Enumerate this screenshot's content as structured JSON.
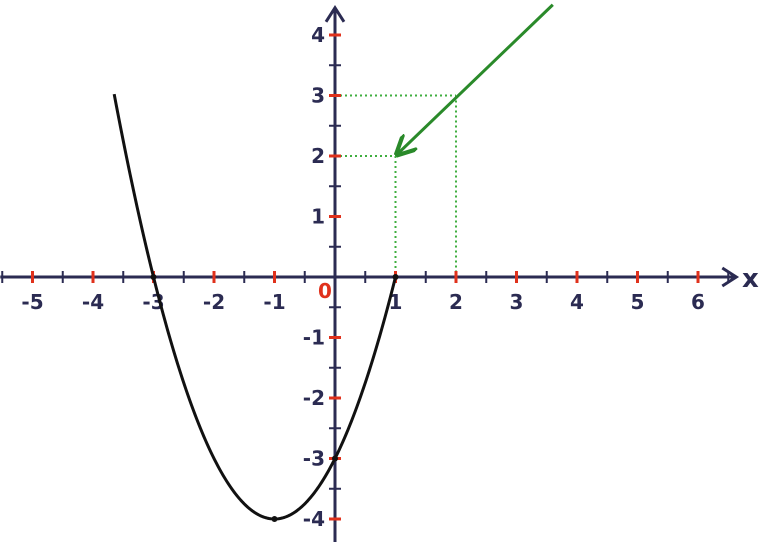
{
  "chart_data": {
    "type": "line",
    "title": "",
    "xlabel": "x",
    "ylabel": "",
    "origin_label": "0",
    "xlim": [
      -5.5,
      6.6
    ],
    "ylim": [
      -4.4,
      4.4
    ],
    "x_ticks": [
      -5,
      -4,
      -3,
      -2,
      -1,
      1,
      2,
      3,
      4,
      5,
      6
    ],
    "y_ticks": [
      -4,
      -3,
      -2,
      -1,
      1,
      2,
      3,
      4
    ],
    "grid": false,
    "series": [
      {
        "function": "(x+1)^2 - 4",
        "x_range": [
          -3.65,
          1
        ],
        "key_points": [
          {
            "x": -3,
            "y": 0
          },
          {
            "x": -1,
            "y": -4
          },
          {
            "x": 0,
            "y": -3
          },
          {
            "x": 1,
            "y": 0
          }
        ],
        "color": "#111111"
      }
    ],
    "annotations": [
      {
        "type": "arrow",
        "from": [
          3.6,
          4.5
        ],
        "to": [
          1,
          2
        ],
        "color": "#2a8a2a"
      },
      {
        "type": "dotted-guide",
        "point": [
          2,
          3
        ],
        "color": "#3fae3f"
      },
      {
        "type": "dotted-guide",
        "point": [
          1,
          2
        ],
        "color": "#3fae3f"
      }
    ],
    "colors": {
      "axis": "#2b2b52",
      "tick_mark": "#e0311c",
      "curve": "#111111",
      "arrow": "#2a8a2a",
      "guide": "#3fae3f"
    }
  }
}
